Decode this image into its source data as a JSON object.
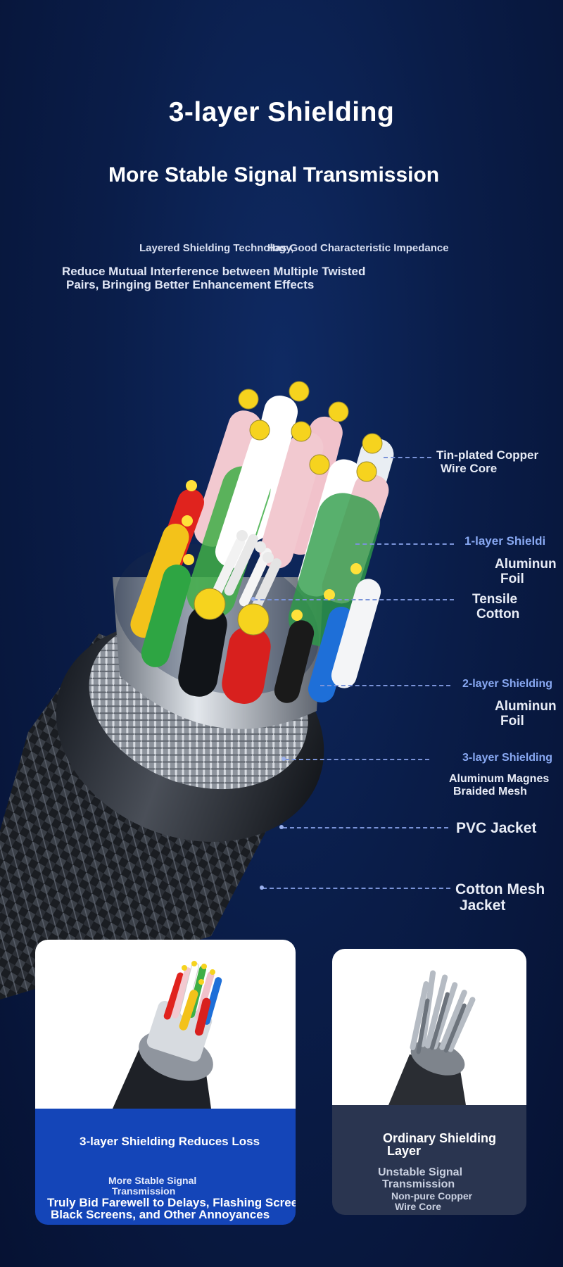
{
  "header": {
    "title": "3-layer Shielding",
    "subtitle": "More Stable Signal Transmission",
    "tech_left": "Layered Shielding Technology,",
    "tech_right": "Has Good Characteristic Impedance",
    "desc_line1": "Reduce Mutual Interference between Multiple Twisted",
    "desc_line2": "Pairs, Bringing Better Enhancement Effects"
  },
  "callouts": {
    "core_line1": "Tin-plated Copper",
    "core_line2": "Wire Core",
    "layer1": "1-layer Shieldi",
    "foil1_line1": "Aluminun",
    "foil1_line2": "Foil",
    "cotton_line1": "Tensile",
    "cotton_line2": "Cotton",
    "layer2": "2-layer Shielding",
    "foil2_line1": "Aluminun",
    "foil2_line2": "Foil",
    "layer3": "3-layer Shielding",
    "mesh_line1": "Aluminum Magnes",
    "mesh_line2": "Braided Mesh",
    "pvc": "PVC Jacket",
    "jacket_line1": "Cotton Mesh",
    "jacket_line2": "Jacket"
  },
  "compare": {
    "left_title": "3-layer Shielding Reduces Loss",
    "left_line1": "More Stable Signal",
    "left_line2": "Transmission",
    "left_line3": "Truly Bid Farewell to Delays, Flashing Screens,",
    "left_line4": "Black Screens, and Other Annoyances",
    "right_title_line1": "Ordinary Shielding",
    "right_title_line2": "Layer",
    "right_line1": "Unstable Signal",
    "right_line2": "Transmission",
    "right_line3": "Non-pure Copper",
    "right_line4": "Wire Core"
  },
  "colors": {
    "accent_blue": "#88a8f2",
    "card_blue": "#1445b8",
    "card_grey": "#2a3550"
  }
}
